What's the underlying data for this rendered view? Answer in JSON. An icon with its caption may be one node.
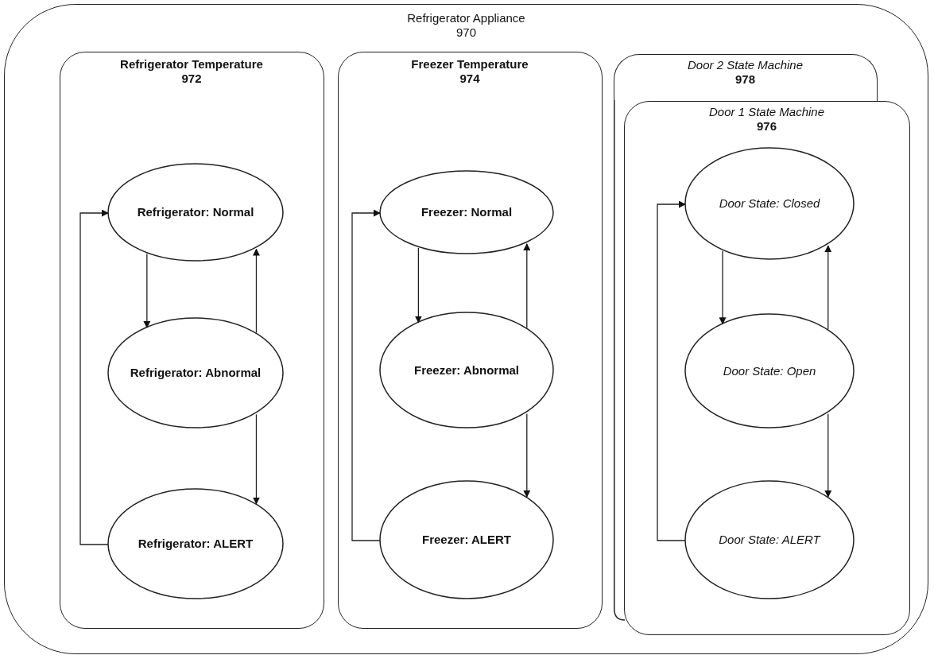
{
  "diagram": {
    "nodes": [
      {
        "text": [
          "Refrigerator Appliance",
          "970"
        ]
      },
      {
        "text": [
          "Refrigerator Temperature",
          "972"
        ],
        "in": 0
      },
      {
        "text": [
          "Refrigerator: Normal"
        ],
        "in": 1
      },
      {
        "text": [
          "Refrigerator: Abnormal"
        ],
        "in": 1
      },
      {
        "text": [
          "Refrigerator: ALERT"
        ],
        "in": 1
      },
      {
        "text": [
          "Freezer Temperature",
          "974"
        ],
        "in": 0
      },
      {
        "text": [
          "Freezer: Normal"
        ],
        "in": 5
      },
      {
        "text": [
          "Freezer: Abnormal"
        ],
        "in": 5
      },
      {
        "text": [
          "Freezer: ALERT"
        ],
        "in": 5
      },
      {
        "text": [
          "Door 2 State Machine",
          "978"
        ],
        "in": 0
      },
      {
        "text": [
          "Door 1 State Machine",
          "976"
        ],
        "in": 0
      },
      {
        "text": [
          "Door State: Closed"
        ],
        "in": 10
      },
      {
        "text": [
          "Door State: Open"
        ],
        "in": 10
      },
      {
        "text": [
          "Door State: ALERT"
        ],
        "in": 10
      }
    ],
    "edges": [
      {
        "from": 2,
        "to": 3,
        "arrow": "to"
      },
      {
        "from": 3,
        "to": 2,
        "arrow": "to"
      },
      {
        "from": 3,
        "to": 4,
        "arrow": "to"
      },
      {
        "from": 4,
        "to": 2,
        "arrow": "to"
      },
      {
        "from": 6,
        "to": 7,
        "arrow": "to"
      },
      {
        "from": 7,
        "to": 6,
        "arrow": "to"
      },
      {
        "from": 7,
        "to": 8,
        "arrow": "to"
      },
      {
        "from": 8,
        "to": 6,
        "arrow": "to"
      },
      {
        "from": 11,
        "to": 12,
        "arrow": "to"
      },
      {
        "from": 12,
        "to": 11,
        "arrow": "to"
      },
      {
        "from": 12,
        "to": 13,
        "arrow": "to"
      },
      {
        "from": 13,
        "to": 11,
        "arrow": "to"
      }
    ]
  }
}
